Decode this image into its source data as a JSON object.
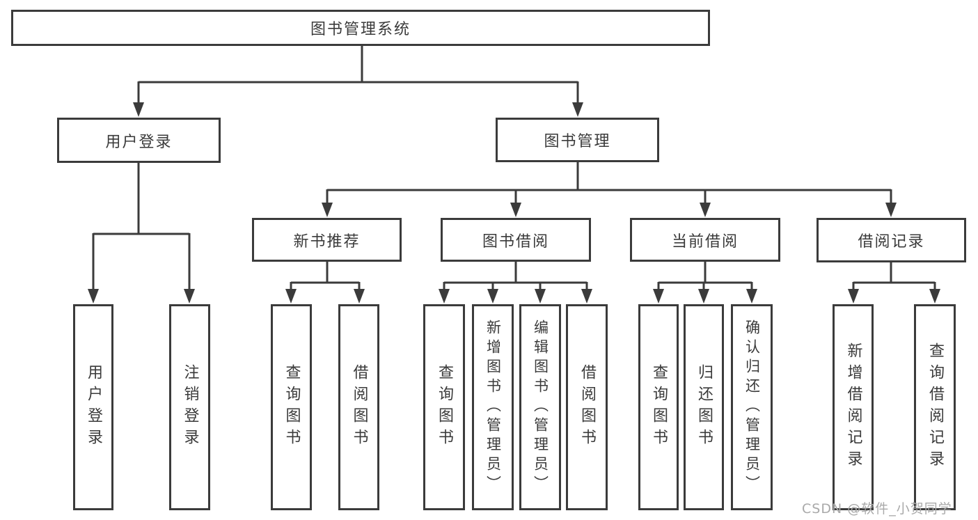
{
  "diagram": {
    "root": "图书管理系统",
    "branches": [
      {
        "label": "用户登录",
        "children": [
          "用户登录",
          "注销登录"
        ]
      },
      {
        "label": "图书管理",
        "groups": [
          {
            "label": "新书推荐",
            "children": [
              "查询图书",
              "借阅图书"
            ]
          },
          {
            "label": "图书借阅",
            "children": [
              "查询图书",
              "新增图书（管理员）",
              "编辑图书（管理员）",
              "借阅图书"
            ]
          },
          {
            "label": "当前借阅",
            "children": [
              "查询图书",
              "归还图书",
              "确认归还（管理员）"
            ]
          },
          {
            "label": "借阅记录",
            "children": [
              "新增借阅记录",
              "查询借阅记录"
            ]
          }
        ]
      }
    ]
  },
  "watermark": "CSDN @软件_小贺同学",
  "colors": {
    "line": "#3b3b3b",
    "text": "#3a3a3a",
    "watermark": "#a9a9a9",
    "background": "#ffffff"
  }
}
